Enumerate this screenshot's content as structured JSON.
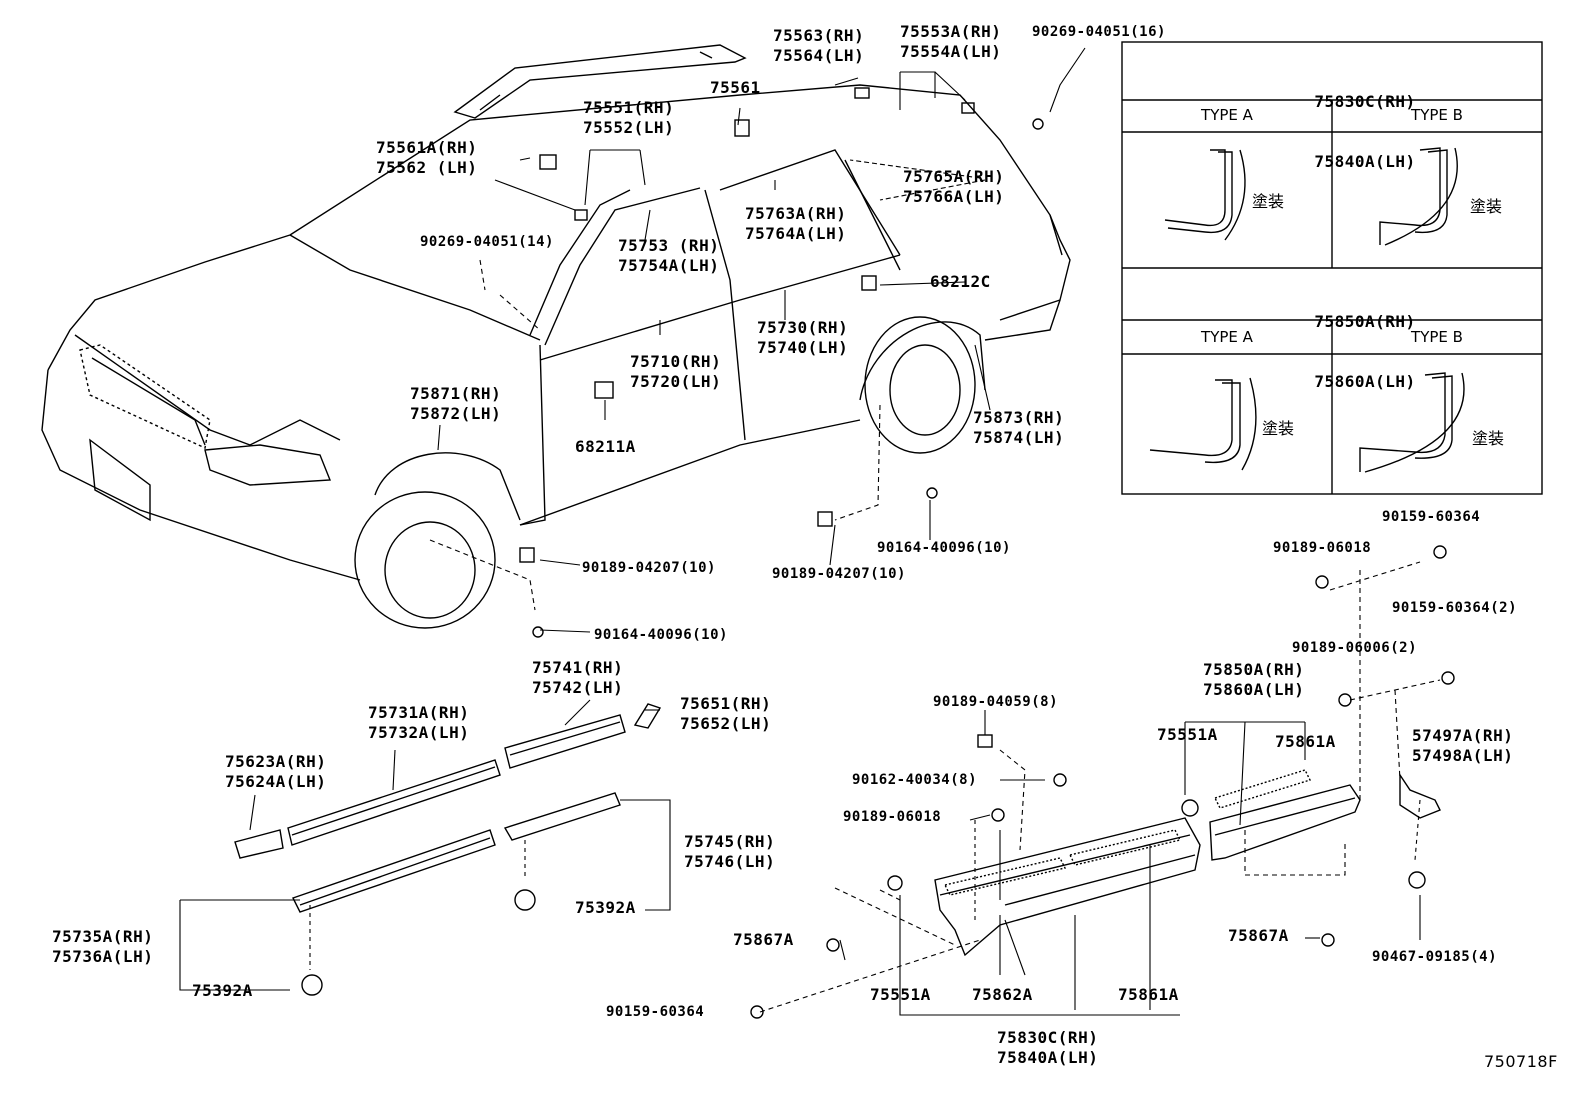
{
  "inset": {
    "top_title": [
      "75830C(RH)",
      "75840A(LH)"
    ],
    "bottom_title": [
      "75850A(RH)",
      "75860A(LH)"
    ],
    "type_a": "TYPE A",
    "type_b": "TYPE B",
    "paint": "塗装"
  },
  "labels": {
    "l1": [
      "75563(RH)",
      "75564(LH)"
    ],
    "l2": [
      "75553A(RH)",
      "75554A(LH)"
    ],
    "l3": [
      "90269-04051(16)"
    ],
    "l4": [
      "75561"
    ],
    "l5": [
      "75551(RH)",
      "75552(LH)"
    ],
    "l6": [
      "75561A(RH)",
      "75562 (LH)"
    ],
    "l7": [
      "75765A(RH)",
      "75766A(LH)"
    ],
    "l8": [
      "75763A(RH)",
      "75764A(LH)"
    ],
    "l9": [
      "90269-04051(14)"
    ],
    "l10": [
      "75753 (RH)",
      "75754A(LH)"
    ],
    "l11": [
      "68212C"
    ],
    "l12": [
      "75730(RH)",
      "75740(LH)"
    ],
    "l13": [
      "75710(RH)",
      "75720(LH)"
    ],
    "l14": [
      "75871(RH)",
      "75872(LH)"
    ],
    "l15": [
      "75873(RH)",
      "75874(LH)"
    ],
    "l16": [
      "68211A"
    ],
    "l17": [
      "90164-40096(10)"
    ],
    "l18": [
      "90189-04207(10)"
    ],
    "l19": [
      "90189-04207(10)"
    ],
    "l20": [
      "90164-40096(10)"
    ],
    "l21": [
      "90159-60364"
    ],
    "l22": [
      "90189-06018"
    ],
    "l23": [
      "90159-60364(2)"
    ],
    "l24": [
      "90189-06006(2)"
    ],
    "l25": [
      "75741(RH)",
      "75742(LH)"
    ],
    "l26": [
      "75651(RH)",
      "75652(LH)"
    ],
    "l27": [
      "75731A(RH)",
      "75732A(LH)"
    ],
    "l28": [
      "75623A(RH)",
      "75624A(LH)"
    ],
    "l29": [
      "90189-04059(8)"
    ],
    "l30": [
      "75850A(RH)",
      "75860A(LH)"
    ],
    "l31": [
      "75551A"
    ],
    "l32": [
      "75861A"
    ],
    "l33": [
      "57497A(RH)",
      "57498A(LH)"
    ],
    "l34": [
      "90162-40034(8)"
    ],
    "l35": [
      "90189-06018"
    ],
    "l36": [
      "75745(RH)",
      "75746(LH)"
    ],
    "l37": [
      "75392A"
    ],
    "l38": [
      "75735A(RH)",
      "75736A(LH)"
    ],
    "l39": [
      "75392A"
    ],
    "l40": [
      "75867A"
    ],
    "l41": [
      "75867A"
    ],
    "l42": [
      "90467-09185(4)"
    ],
    "l43": [
      "90159-60364"
    ],
    "l44": [
      "75551A"
    ],
    "l45": [
      "75862A"
    ],
    "l46": [
      "75861A"
    ],
    "l47": [
      "75830C(RH)",
      "75840A(LH)"
    ],
    "l48": [
      "750718F"
    ]
  }
}
